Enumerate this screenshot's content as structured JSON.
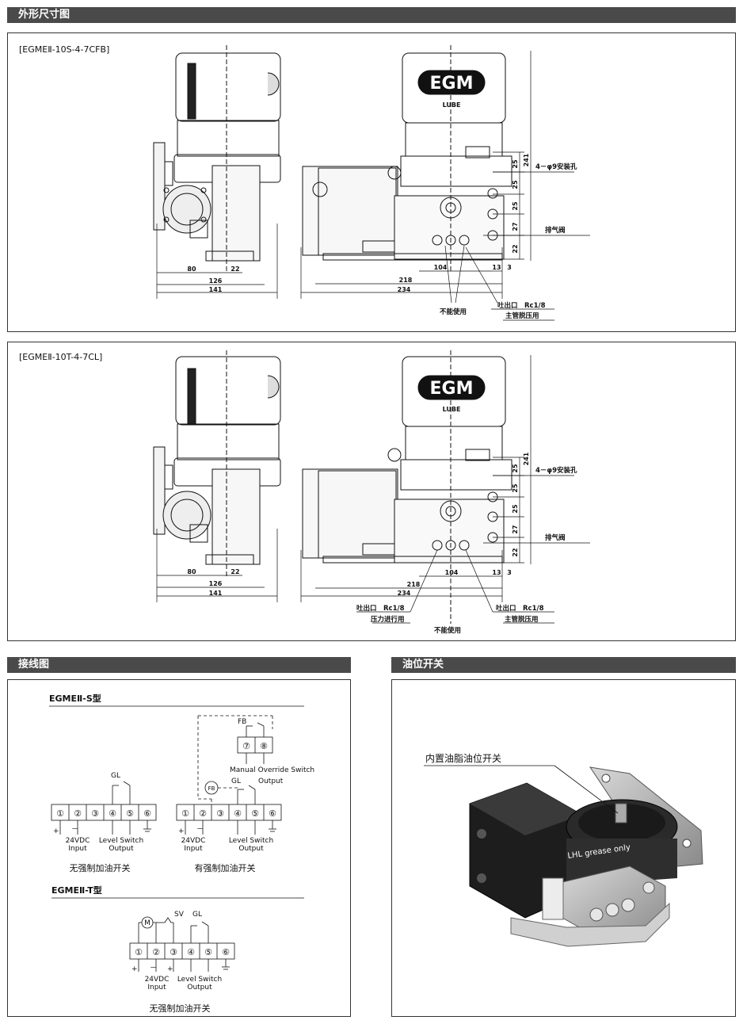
{
  "sections": {
    "dimensions": "外形尺寸图",
    "wiring": "接线图",
    "level_switch": "油位开关"
  },
  "drawing1": {
    "model": "[EGMEⅡ-10S-4-7CFB]",
    "brand": "EGM",
    "sub_brand": "LUBE",
    "dims": {
      "d80": "80",
      "d22": "22",
      "d126": "126",
      "d141": "141",
      "d104": "104",
      "d13": "13",
      "d3": "3",
      "d218": "218",
      "d234": "234",
      "d241": "241",
      "d25a": "25",
      "d25b": "25",
      "d25c": "25",
      "d27": "27",
      "d22v": "22"
    },
    "labels": {
      "mount_holes": "4－φ9安装孔",
      "vent_valve": "排气阀",
      "not_used": "不能使用",
      "outlet": "吐出口　Rc1/8",
      "main_relief": "主管脱压用"
    }
  },
  "drawing2": {
    "model": "[EGMEⅡ-10T-4-7CL]",
    "brand": "EGM",
    "sub_brand": "LUBE",
    "dims": {
      "d80": "80",
      "d22": "22",
      "d126": "126",
      "d141": "141",
      "d104": "104",
      "d13": "13",
      "d3": "3",
      "d218": "218",
      "d234": "234",
      "d241": "241",
      "d25a": "25",
      "d25b": "25",
      "d25c": "25",
      "d27": "27",
      "d22v": "22"
    },
    "labels": {
      "mount_holes": "4－φ9安装孔",
      "vent_valve": "排气阀",
      "outlet_left": "吐出口　Rc1/8",
      "pressure_run": "压力进行用",
      "not_used": "不能使用",
      "outlet_right": "吐出口　Rc1/8",
      "main_relief": "主管脱压用"
    }
  },
  "wiring": {
    "s_title": "EGMEⅡ-S型",
    "t_title": "EGMEⅡ-T型",
    "terminals": [
      "①",
      "②",
      "③",
      "④",
      "⑤",
      "⑥"
    ],
    "override_terminals": [
      "⑦",
      "⑧"
    ],
    "gl": "GL",
    "fb": "FB",
    "sv": "SV",
    "motor": "M",
    "input_label_1": "24VDC",
    "input_label_2": "Input",
    "output_label_1": "Level Switch",
    "output_label_2": "Output",
    "override_label": "Manual Override Switch",
    "override_output": "Output",
    "plus": "+",
    "minus": "－",
    "caption_no_force_1": "无强制加油开关",
    "caption_force": "有强制加油开关",
    "caption_no_force_2": "无强制加油开关"
  },
  "level": {
    "callout": "内置油脂油位开关",
    "decal": "LHL grease only"
  }
}
